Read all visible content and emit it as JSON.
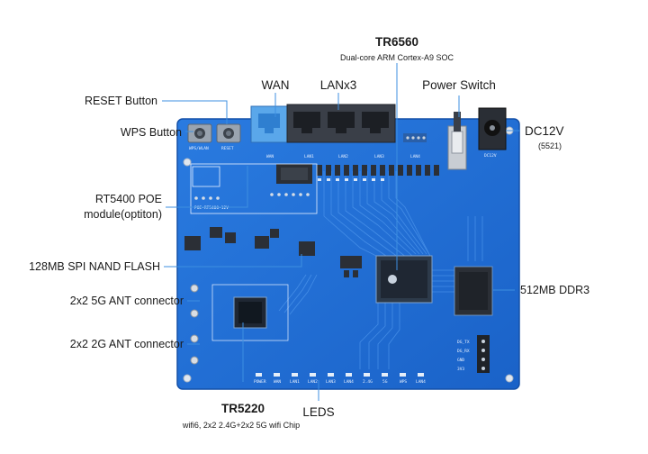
{
  "labels": {
    "reset": "RESET Button",
    "wps": "WPS Button",
    "rt5400_line1": "RT5400 POE",
    "rt5400_line2": "module(optiton)",
    "nand": "128MB SPI NAND FLASH",
    "ant5g": "2x2 5G ANT connector",
    "ant2g": "2x2 2G ANT connector",
    "wan": "WAN",
    "lan": "LANx3",
    "soc_title": "TR6560",
    "soc_sub": "Dual-core ARM Cortex-A9 SOC",
    "power_switch": "Power Switch",
    "dc12v": "DC12V",
    "dc12v_sub": "(5521)",
    "ddr": "512MB DDR3",
    "wifi_title": "TR5220",
    "wifi_sub": "wifi6, 2x2 2.4G+2x2 5G wifi Chip",
    "leds": "LEDS"
  },
  "silkscreen": {
    "wps_wlan": "WPS/WLAN",
    "reset": "RESET",
    "wan": "WAN",
    "lan1": "LAN1",
    "lan2": "LAN2",
    "lan3": "LAN3",
    "lan4": "LAN4",
    "dc12v": "DC12V",
    "poe": "POE-RT5400-12V",
    "led_row": [
      "POWER",
      "WAN",
      "LAN1",
      "LAN2",
      "LAN3",
      "LAN4",
      "2.4G",
      "5G",
      "WPS",
      "LAN4"
    ],
    "debug": [
      "DG_TX",
      "DG_RX",
      "GND",
      "3V3"
    ]
  },
  "colors": {
    "board": "#1f6fd6",
    "board_dark": "#1758b4",
    "leader": "#3d8fe0",
    "port": "#3a3f48"
  }
}
